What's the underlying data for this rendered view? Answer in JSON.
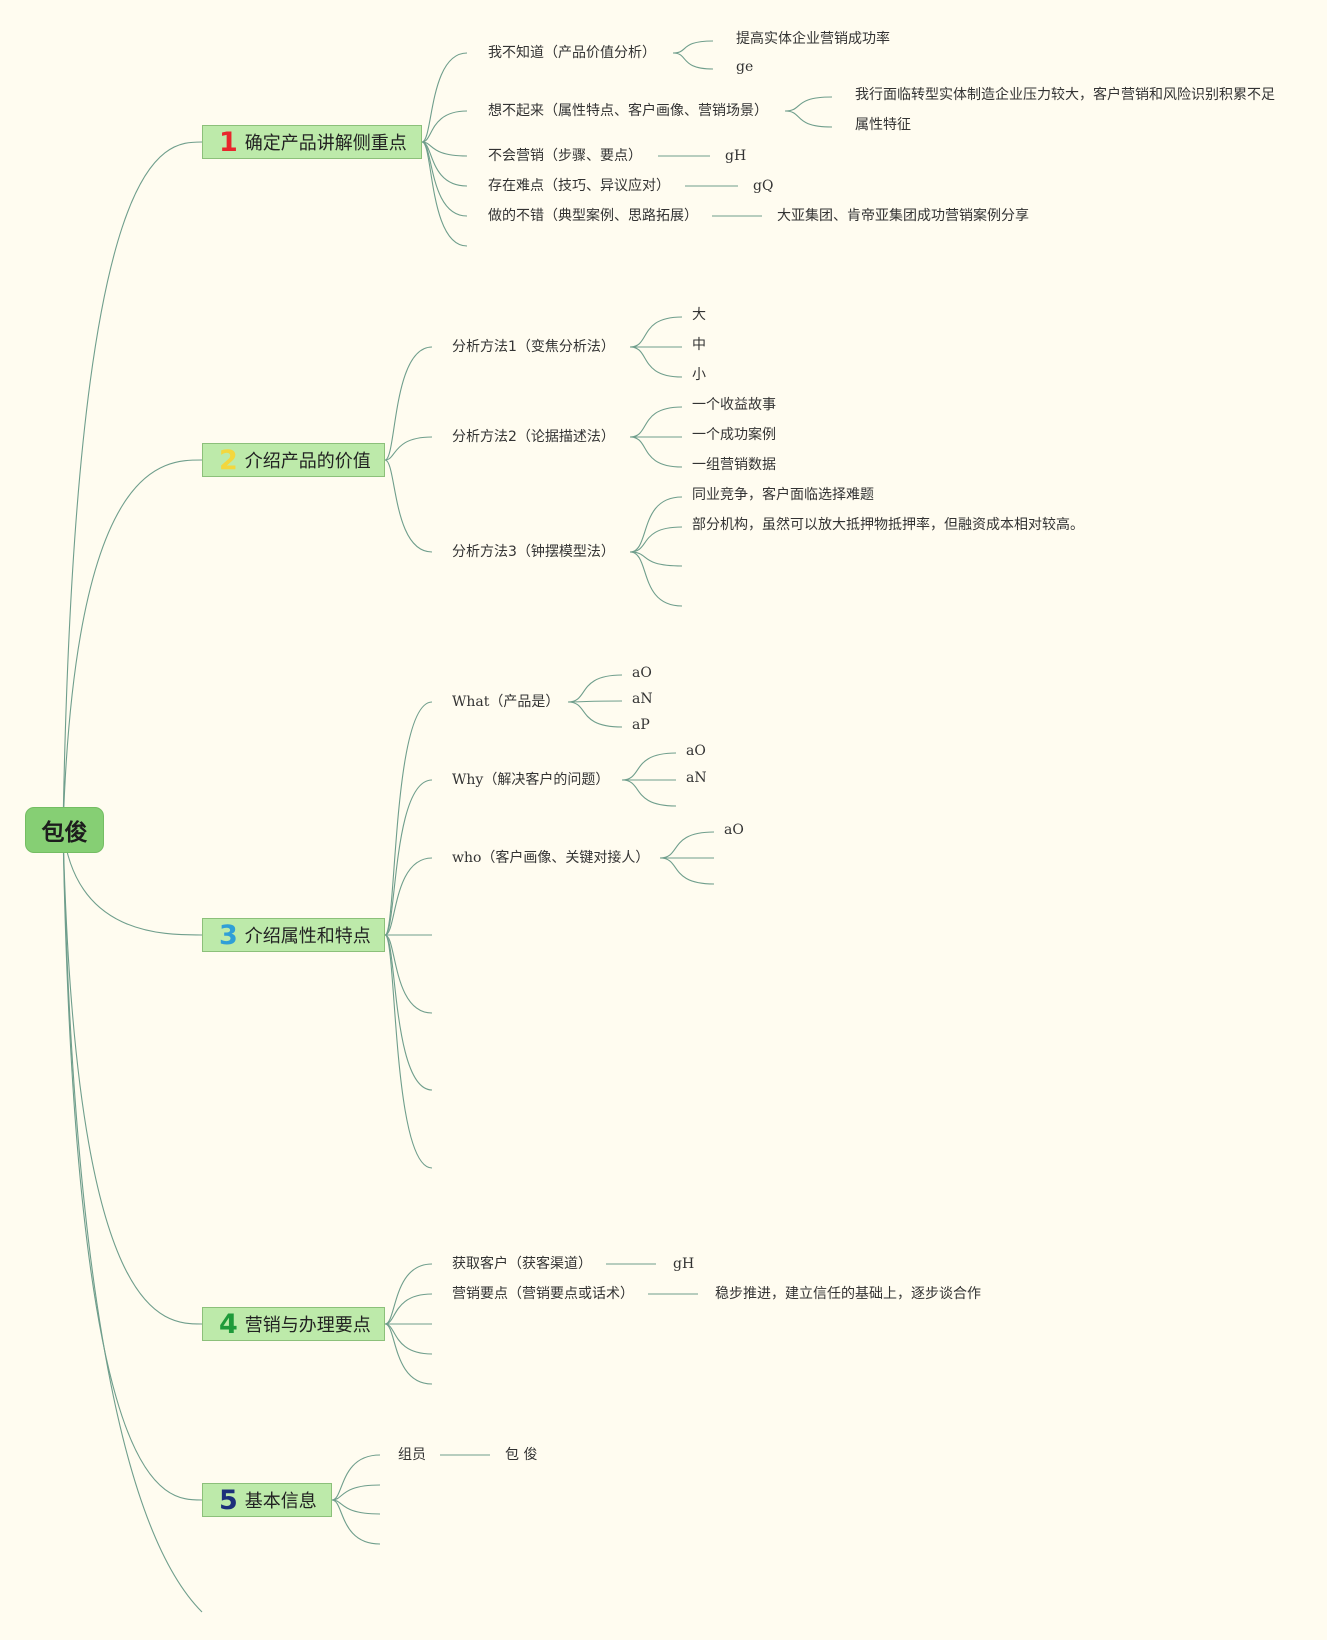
{
  "root": {
    "label": "包俊"
  },
  "topics": [
    {
      "num": "1",
      "num_color": "#e8262c",
      "label": "确定产品讲解侧重点",
      "items": [
        {
          "label": "我不知道（产品价值分析）",
          "children": [
            "提高实体企业营销成功率",
            "ge"
          ]
        },
        {
          "label": "想不起来（属性特点、客户画像、营销场景）",
          "children": [
            "我行面临转型实体制造企业压力较大，客户营销和风险识别积累不足",
            "属性特征"
          ]
        },
        {
          "label": "不会营销（步骤、要点）",
          "children": [
            "gH"
          ]
        },
        {
          "label": "存在难点（技巧、异议应对）",
          "children": [
            "gQ"
          ]
        },
        {
          "label": "做的不错（典型案例、思路拓展）",
          "children": [
            "大亚集团、肯帝亚集团成功营销案例分享"
          ]
        },
        {
          "label": "",
          "children": []
        }
      ]
    },
    {
      "num": "2",
      "num_color": "#f3d73e",
      "label": "介绍产品的价值",
      "items": [
        {
          "label": "分析方法1（变焦分析法）",
          "children": [
            "大",
            "中",
            "小"
          ]
        },
        {
          "label": "分析方法2（论据描述法）",
          "children": [
            "一个收益故事",
            "一个成功案例",
            "一组营销数据"
          ]
        },
        {
          "label": "分析方法3（钟摆模型法）",
          "children": [
            "同业竞争，客户面临选择难题",
            "部分机构，虽然可以放大抵押物抵押率，但融资成本相对较高。",
            "",
            ""
          ]
        }
      ]
    },
    {
      "num": "3",
      "num_color": "#2f9fd7",
      "label": "介绍属性和特点",
      "items": [
        {
          "label": "What（产品是）",
          "children": [
            "aO",
            "aN",
            "aP"
          ]
        },
        {
          "label": "Why（解决客户的问题）",
          "children": [
            "aO",
            "aN",
            ""
          ]
        },
        {
          "label": "who（客户画像、关键对接人）",
          "children": [
            "aO",
            "",
            ""
          ]
        },
        {
          "label": "",
          "children": []
        },
        {
          "label": "",
          "children": []
        },
        {
          "label": "",
          "children": []
        },
        {
          "label": "",
          "children": []
        }
      ]
    },
    {
      "num": "4",
      "num_color": "#1f9a3a",
      "label": "营销与办理要点",
      "items": [
        {
          "label": "获取客户（获客渠道）",
          "children": [
            "gH"
          ]
        },
        {
          "label": "营销要点（营销要点或话术）",
          "children": [
            "稳步推进，建立信任的基础上，逐步谈合作"
          ]
        },
        {
          "label": "",
          "children": []
        },
        {
          "label": "",
          "children": []
        },
        {
          "label": "",
          "children": []
        }
      ]
    },
    {
      "num": "5",
      "num_color": "#1c2f7a",
      "label": "基本信息",
      "items": [
        {
          "label": "组员",
          "children": [
            "包 俊"
          ]
        },
        {
          "label": "",
          "children": []
        },
        {
          "label": "",
          "children": []
        },
        {
          "label": "",
          "children": []
        }
      ]
    }
  ]
}
